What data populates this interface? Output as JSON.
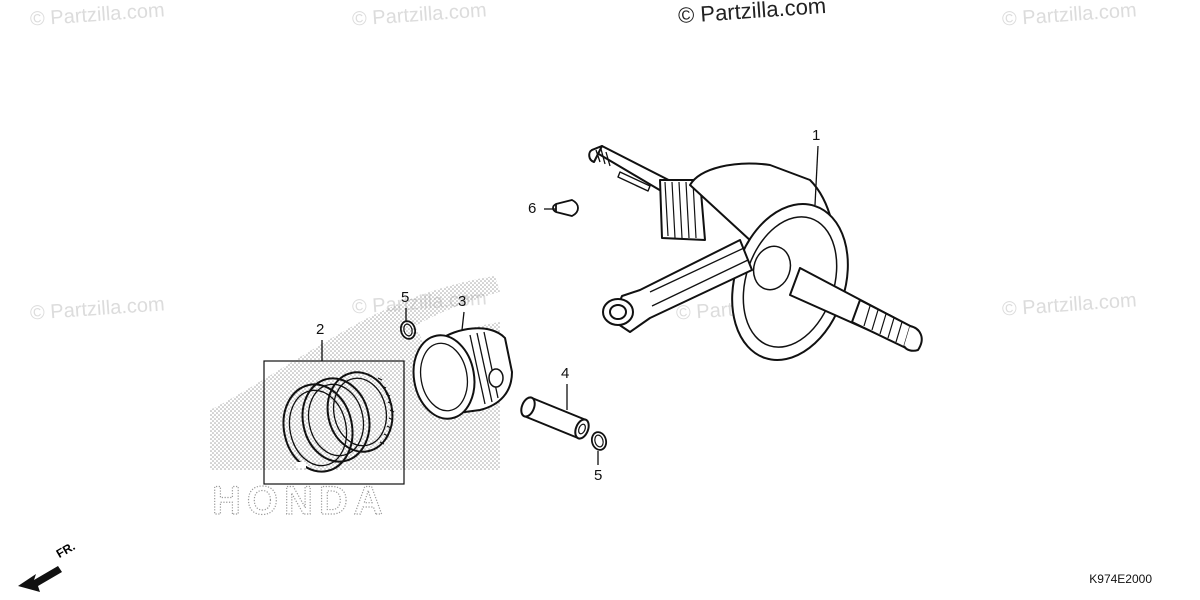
{
  "watermarks": {
    "top_center": "© Partzilla.com",
    "faint": [
      "© Partzilla.com",
      "© Partzilla.com",
      "© Partzilla.com",
      "© Partzilla.com",
      "© Partzilla.com",
      "© Partzilla.com",
      "© Partzilla.com"
    ]
  },
  "callouts": {
    "crankshaft": "1",
    "piston_rings": "2",
    "piston": "3",
    "piston_pin": "4",
    "clip_upper": "5",
    "clip_lower": "5",
    "woodruff_key": "6"
  },
  "background_logo": "HONDA",
  "direction_label": "FR.",
  "diagram_code": "K974E2000",
  "colors": {
    "line": "#111111",
    "watermark": "#dcdcdc",
    "stipple": "#9a9a9a"
  }
}
